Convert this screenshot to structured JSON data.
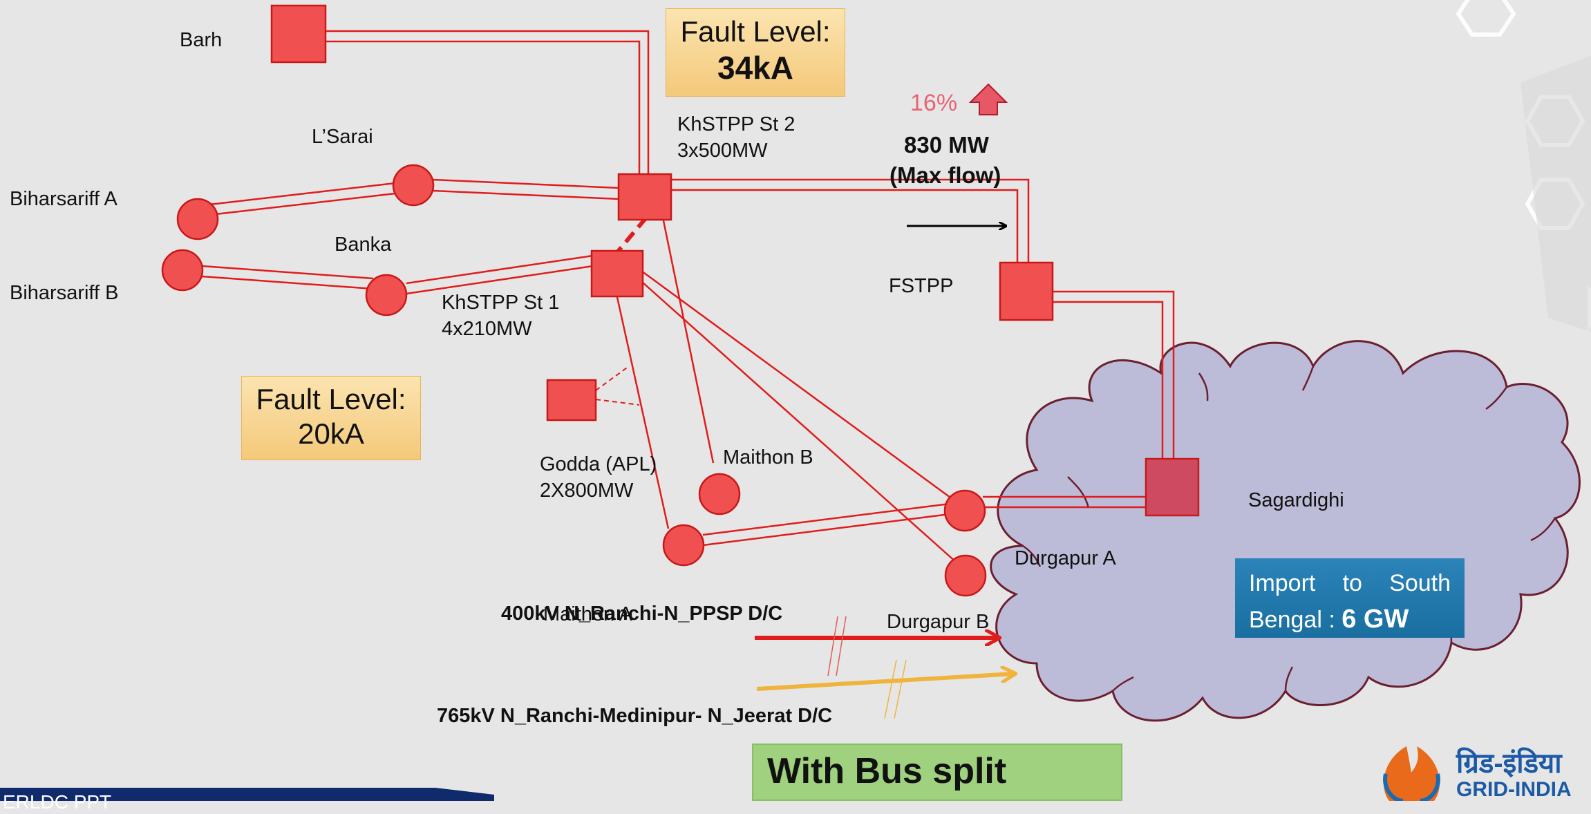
{
  "nodes": {
    "barh": "Barh",
    "lsarai": "L’Sarai",
    "biharsariff_a": "Biharsariff A",
    "biharsariff_b": "Biharsariff B",
    "banka": "Banka",
    "khstpp_st2_name": "KhSTPP St 2",
    "khstpp_st2_cap": "3x500MW",
    "khstpp_st1_name": "KhSTPP St 1",
    "khstpp_st1_cap": "4x210MW",
    "fstpp": "FSTPP",
    "godda_name": "Godda (APL)",
    "godda_cap": "2X800MW",
    "maithon_b": "Maithon B",
    "maithon_a": "Maithon A",
    "sagardighi": "Sagardighi",
    "durgapur_a": "Durgapur A",
    "durgapur_b": "Durgapur B"
  },
  "fault_level_top": {
    "label": "Fault Level:",
    "value": "34kA"
  },
  "fault_level_left": {
    "label": "Fault Level:",
    "value": "20kA"
  },
  "flow": {
    "percent": "16%",
    "mw": "830 MW",
    "note": "(Max flow)"
  },
  "lines": {
    "line_400kv": "400kV N_Ranchi-N_PPSP D/C",
    "line_765kv": "765kV N_Ranchi-Medinipur- N_Jeerat D/C"
  },
  "import_box": {
    "label": "Import to South Bengal :",
    "value": "6 GW"
  },
  "bus_split": "With Bus split",
  "footer_left": "ERLDC PPT",
  "logo": {
    "hindi": "ग्रिड-इंडिया",
    "english": "GRID-INDIA"
  },
  "colors": {
    "substation": "#f15050",
    "sagardighi": "#cd4a60",
    "line": "#e01c1c",
    "cloud_fill": "#bcbcd8",
    "cloud_stroke": "#6b1f30",
    "line_765": "#f0b43c",
    "import_box": "#1f74a8",
    "bus_split_box": "#9fd17f",
    "fault_box": "#f6d08a"
  }
}
